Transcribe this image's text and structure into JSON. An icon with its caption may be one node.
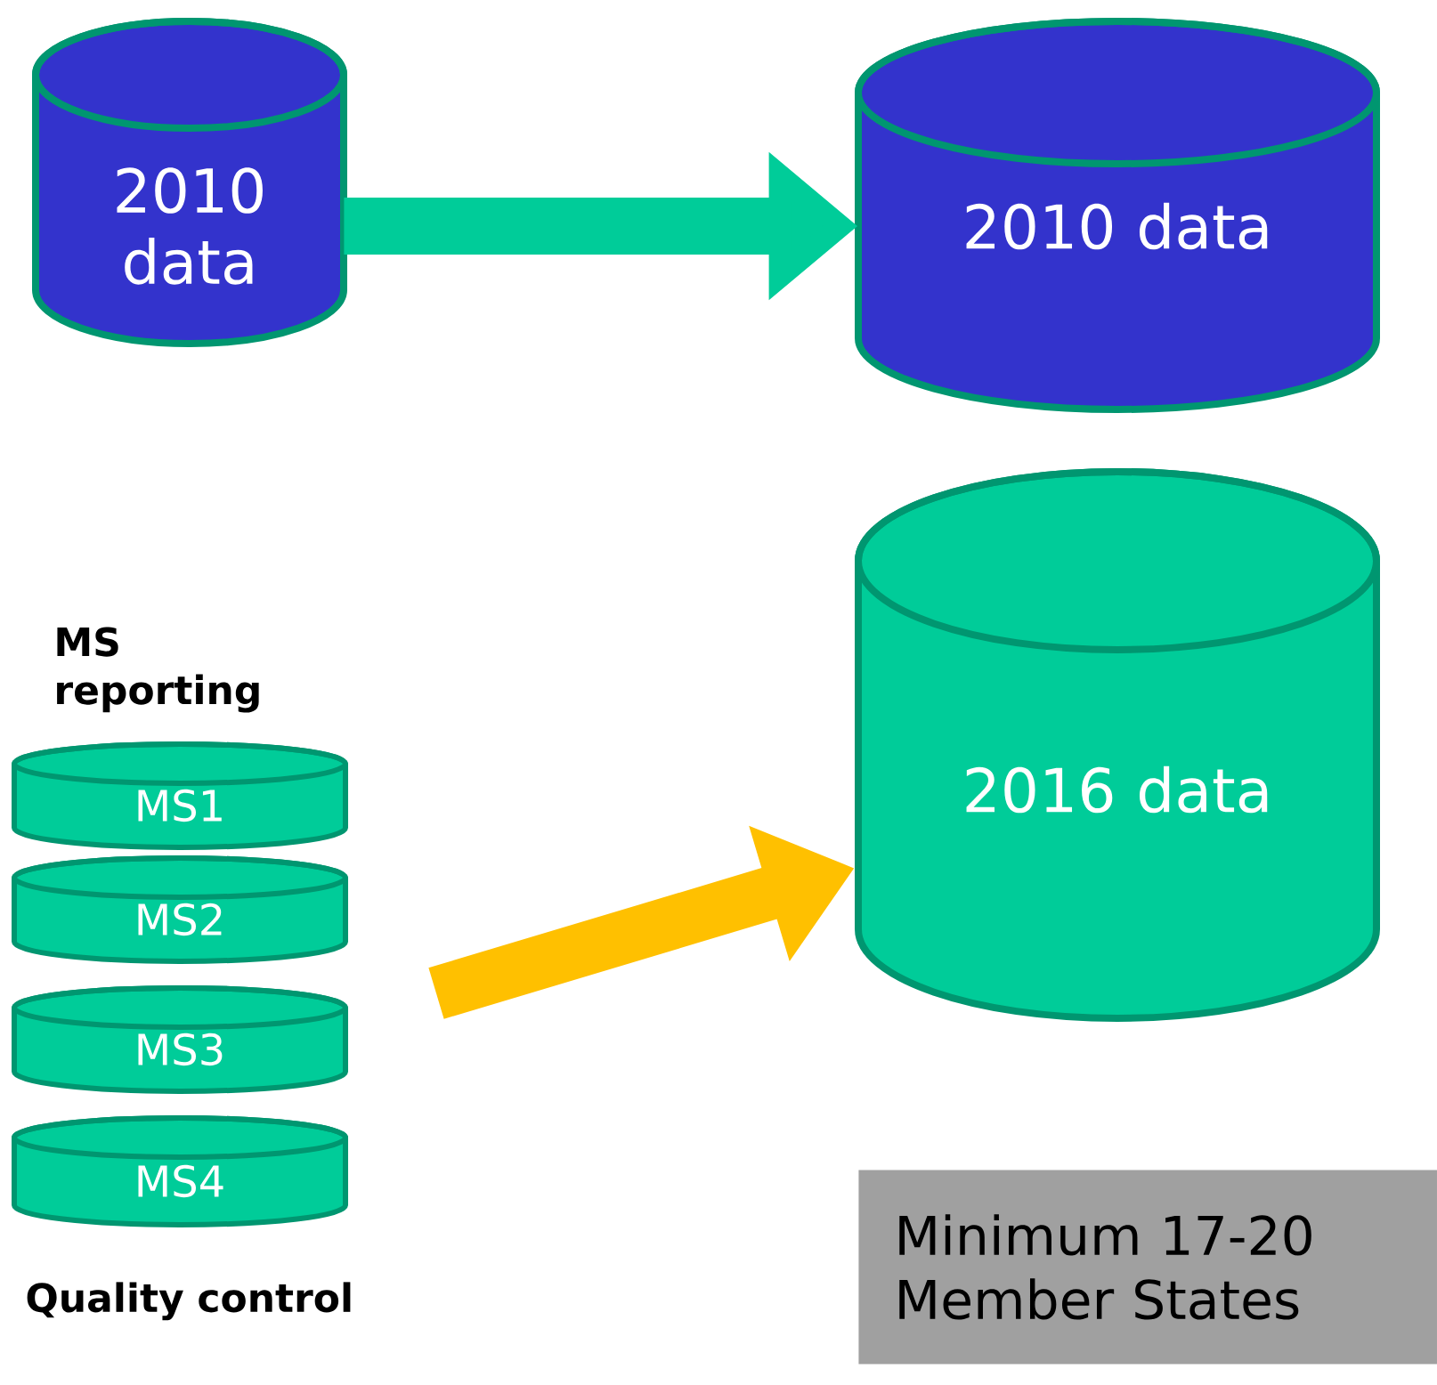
{
  "diagram": {
    "nodes": [
      {
        "text": [
          "2010 data"
        ]
      },
      {
        "text": [
          "2010 data"
        ]
      },
      {
        "text": [
          "2016 data"
        ]
      },
      {
        "text": [
          "MS1"
        ]
      },
      {
        "text": [
          "MS2"
        ]
      },
      {
        "text": [
          "MS3"
        ]
      },
      {
        "text": [
          "MS4"
        ]
      },
      {
        "text": [
          "Minimum 17-20 Member States"
        ]
      }
    ],
    "edges": [
      {
        "from": 0,
        "to": 1,
        "arrow": "to",
        "color": "#00cc99"
      },
      {
        "from": null,
        "to": 2,
        "arrow": "to",
        "color": "#ffc000"
      }
    ],
    "labels": [
      "MS reporting",
      "Quality control"
    ]
  }
}
